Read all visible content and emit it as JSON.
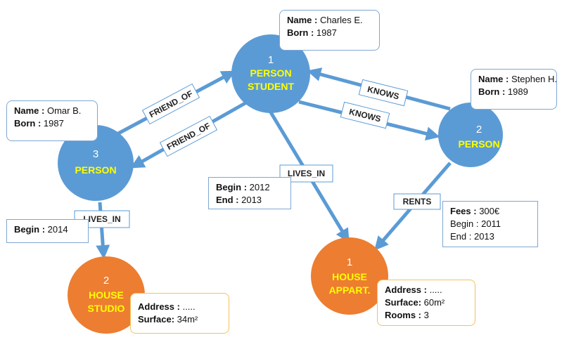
{
  "nodes": {
    "person_student": {
      "id": "1",
      "label1": "PERSON",
      "label2": "STUDENT"
    },
    "person_stephen": {
      "id": "2",
      "label1": "PERSON"
    },
    "person_omar": {
      "id": "3",
      "label1": "PERSON"
    },
    "house_studio": {
      "id": "2",
      "label1": "HOUSE",
      "label2": "STUDIO"
    },
    "house_appart": {
      "id": "1",
      "label1": "HOUSE",
      "label2": "APPART."
    }
  },
  "edges": {
    "friend_of_1": "FRIEND_OF",
    "friend_of_2": "FRIEND_OF",
    "knows_1": "KNOWS",
    "knows_2": "KNOWS",
    "lives_in_1": "LIVES_IN",
    "lives_in_2": "LIVES_IN",
    "rents": "RENTS"
  },
  "properties": {
    "charles": {
      "name_key": "Name :",
      "name_val": " Charles E.",
      "born_key": "Born :",
      "born_val": " 1987"
    },
    "stephen": {
      "name_key": "Name :",
      "name_val": " Stephen H.",
      "born_key": "Born :",
      "born_val": " 1989"
    },
    "omar": {
      "name_key": "Name :",
      "name_val": " Omar B.",
      "born_key": "Born :",
      "born_val": " 1987"
    },
    "lives_in_student": {
      "begin_key": "Begin :",
      "begin_val": " 2012",
      "end_key": "End :",
      "end_val": " 2013"
    },
    "lives_in_omar": {
      "begin_key": "Begin :",
      "begin_val": " 2014"
    },
    "rents": {
      "fees_key": "Fees :",
      "fees_val": " 300€",
      "begin": "Begin : 2011",
      "end": "End : 2013"
    },
    "studio": {
      "address_key": "Address :",
      "address_val": " .....",
      "surface_key": "Surface:",
      "surface_val": " 34m²"
    },
    "appart": {
      "address_key": "Address :",
      "address_val": " .....",
      "surface_key": "Surface:",
      "surface_val": " 60m²",
      "rooms_key": "Rooms :",
      "rooms_val": " 3"
    }
  },
  "colors": {
    "person": "#5b9bd5",
    "house": "#ed7d31",
    "edge": "#5b9bd5",
    "label_text": "#ffff00",
    "prop_border": "#7fa7d3",
    "house_prop_border": "#f2c25a"
  }
}
